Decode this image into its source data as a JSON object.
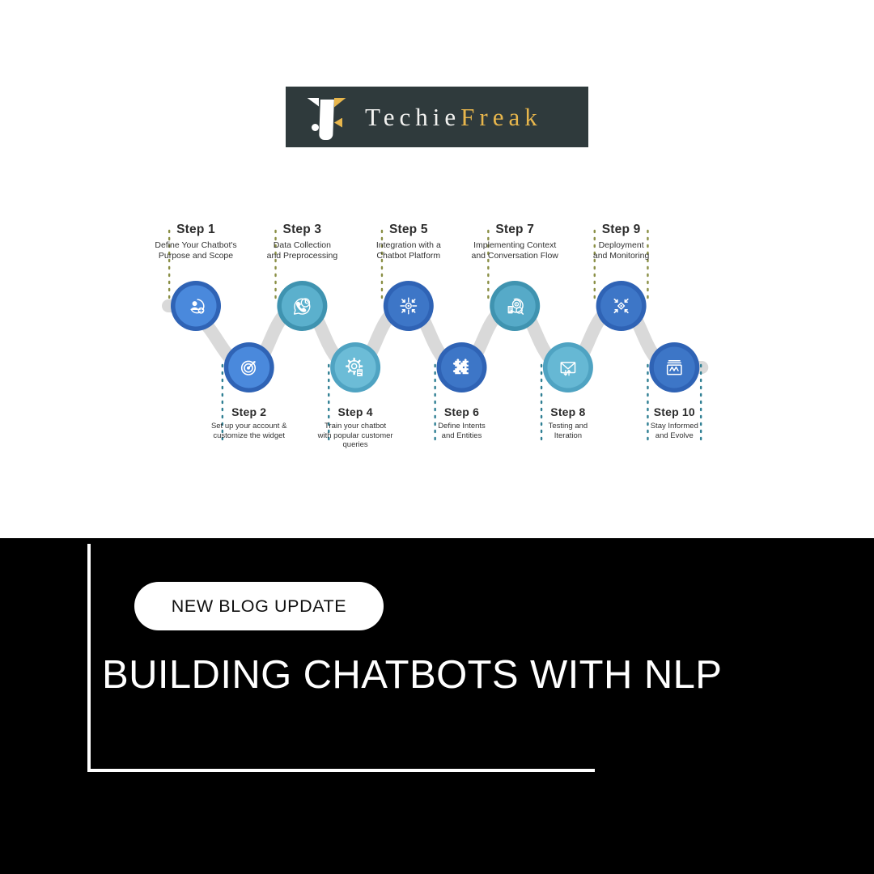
{
  "brand": {
    "name_part1": "Techie",
    "name_part2": "Freak",
    "logo_icon": "techiefreak-t-mark",
    "band_color": "#2f3a3c",
    "gold_color": "#e8b64c"
  },
  "infographic": {
    "title_alt": "10 step chatbot building roadmap",
    "ribbon_color": "#d9d9d9",
    "dotted_top_color": "#8a8f45",
    "dotted_bottom_color": "#2f7f93",
    "steps": [
      {
        "num": "Step 1",
        "desc": "Define Your Chatbot's\nPurpose and Scope",
        "row": "top",
        "icon": "user-add-icon",
        "ring": "#2f63b5",
        "fill": "#4a89dc"
      },
      {
        "num": "Step 2",
        "desc": "Set up your account &\ncustomize the widget",
        "row": "bottom",
        "icon": "target-icon",
        "ring": "#2f63b5",
        "fill": "#4a89dc"
      },
      {
        "num": "Step 3",
        "desc": "Data Collection\nand Preprocessing",
        "row": "top",
        "icon": "phone-clock-chat-icon",
        "ring": "#3f93b0",
        "fill": "#5bb0cd"
      },
      {
        "num": "Step 4",
        "desc": "Train your chatbot\nwith popular customer\nqueries",
        "row": "bottom",
        "icon": "gear-document-icon",
        "ring": "#4fa3c2",
        "fill": "#6cbcd7"
      },
      {
        "num": "Step 5",
        "desc": "Integration with a\nChatbot Platform",
        "row": "top",
        "icon": "converge-arrows-icon",
        "ring": "#2f63b5",
        "fill": "#3d76c7"
      },
      {
        "num": "Step 6",
        "desc": "Define Intents\nand Entities",
        "row": "bottom",
        "icon": "puzzle-network-icon",
        "ring": "#2f63b5",
        "fill": "#3d76c7"
      },
      {
        "num": "Step 7",
        "desc": "Implementing Context\nand Conversation Flow",
        "row": "top",
        "icon": "document-search-icon",
        "ring": "#3f93b0",
        "fill": "#56aac8"
      },
      {
        "num": "Step 8",
        "desc": "Testing and\nIteration",
        "row": "bottom",
        "icon": "envelope-transfer-icon",
        "ring": "#4fa3c2",
        "fill": "#66b8d4"
      },
      {
        "num": "Step 9",
        "desc": "Deployment\nand Monitoring",
        "row": "top",
        "icon": "network-arrows-icon",
        "ring": "#2f63b5",
        "fill": "#3d76c7"
      },
      {
        "num": "Step 10",
        "desc": "Stay Informed\nand Evolve",
        "row": "bottom",
        "icon": "analytics-box-icon",
        "ring": "#2f63b5",
        "fill": "#3d76c7"
      }
    ]
  },
  "banner": {
    "background": "#000000",
    "badge_label": "NEW BLOG UPDATE",
    "headline": "BUILDING CHATBOTS WITH NLP"
  }
}
